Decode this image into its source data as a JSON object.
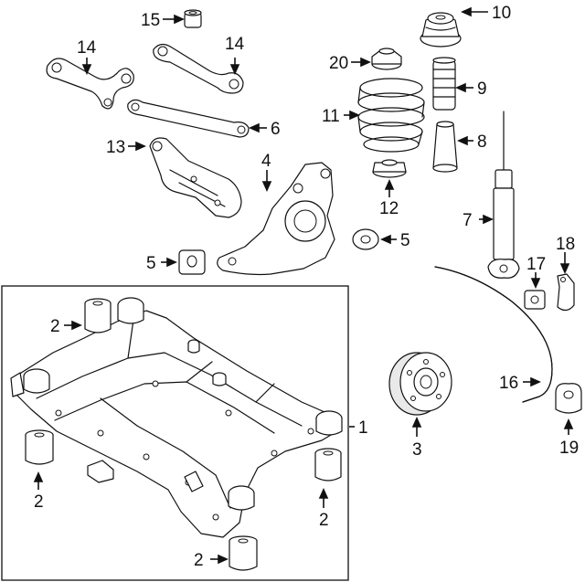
{
  "diagram": {
    "callouts": [
      {
        "id": "c15",
        "text": "15"
      },
      {
        "id": "c10",
        "text": "10"
      },
      {
        "id": "c14a",
        "text": "14"
      },
      {
        "id": "c14b",
        "text": "14"
      },
      {
        "id": "c20",
        "text": "20"
      },
      {
        "id": "c9",
        "text": "9"
      },
      {
        "id": "c11",
        "text": "11"
      },
      {
        "id": "c6",
        "text": "6"
      },
      {
        "id": "c8",
        "text": "8"
      },
      {
        "id": "c13",
        "text": "13"
      },
      {
        "id": "c4",
        "text": "4"
      },
      {
        "id": "c12",
        "text": "12"
      },
      {
        "id": "c7",
        "text": "7"
      },
      {
        "id": "c5a",
        "text": "5"
      },
      {
        "id": "c5b",
        "text": "5"
      },
      {
        "id": "c18",
        "text": "18"
      },
      {
        "id": "c17",
        "text": "17"
      },
      {
        "id": "c2a",
        "text": "2"
      },
      {
        "id": "c16",
        "text": "16"
      },
      {
        "id": "c1",
        "text": "1"
      },
      {
        "id": "c3",
        "text": "3"
      },
      {
        "id": "c19",
        "text": "19"
      },
      {
        "id": "c2b",
        "text": "2"
      },
      {
        "id": "c2c",
        "text": "2"
      },
      {
        "id": "c2d",
        "text": "2"
      }
    ]
  }
}
